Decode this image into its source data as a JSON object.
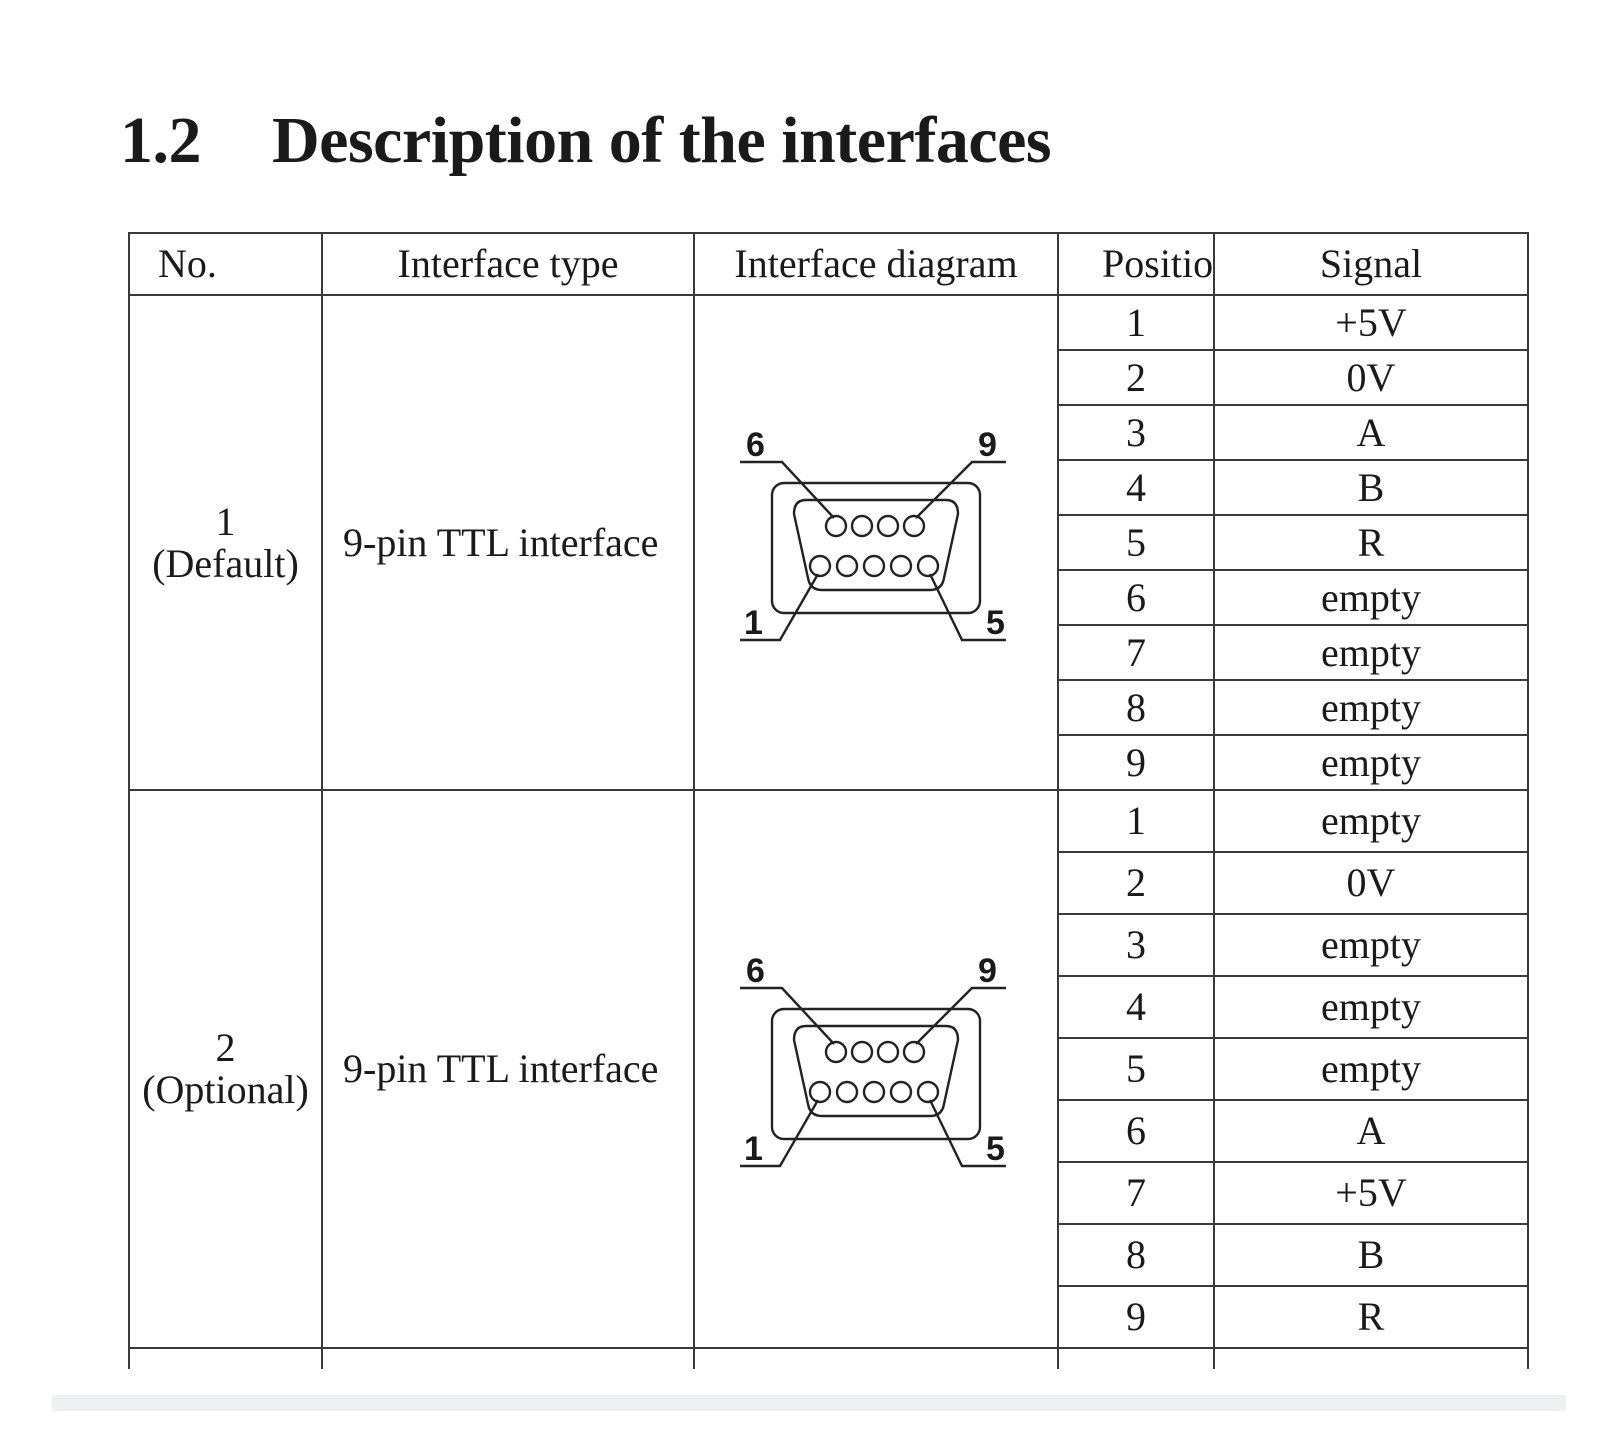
{
  "heading": {
    "number": "1.2",
    "title": "Description of the interfaces"
  },
  "table": {
    "headers": {
      "no": "No.",
      "type": "Interface type",
      "diagram": "Interface diagram",
      "position": "Positio",
      "signal": "Signal"
    },
    "groups": [
      {
        "no_line1": "1",
        "no_line2": "(Default)",
        "type": "9-pin TTL interface",
        "diagram_labels": {
          "top_left": "6",
          "top_right": "9",
          "bottom_left": "1",
          "bottom_right": "5"
        },
        "rows": [
          {
            "position": "1",
            "signal": "+5V"
          },
          {
            "position": "2",
            "signal": "0V"
          },
          {
            "position": "3",
            "signal": "A"
          },
          {
            "position": "4",
            "signal": "B"
          },
          {
            "position": "5",
            "signal": "R"
          },
          {
            "position": "6",
            "signal": "empty"
          },
          {
            "position": "7",
            "signal": "empty"
          },
          {
            "position": "8",
            "signal": "empty"
          },
          {
            "position": "9",
            "signal": "empty"
          }
        ]
      },
      {
        "no_line1": "2",
        "no_line2": "(Optional)",
        "type": "9-pin TTL interface",
        "diagram_labels": {
          "top_left": "6",
          "top_right": "9",
          "bottom_left": "1",
          "bottom_right": "5"
        },
        "rows": [
          {
            "position": "1",
            "signal": "empty"
          },
          {
            "position": "2",
            "signal": "0V"
          },
          {
            "position": "3",
            "signal": "empty"
          },
          {
            "position": "4",
            "signal": "empty"
          },
          {
            "position": "5",
            "signal": "empty"
          },
          {
            "position": "6",
            "signal": "A"
          },
          {
            "position": "7",
            "signal": "+5V"
          },
          {
            "position": "8",
            "signal": "B"
          },
          {
            "position": "9",
            "signal": "R"
          }
        ]
      }
    ]
  }
}
